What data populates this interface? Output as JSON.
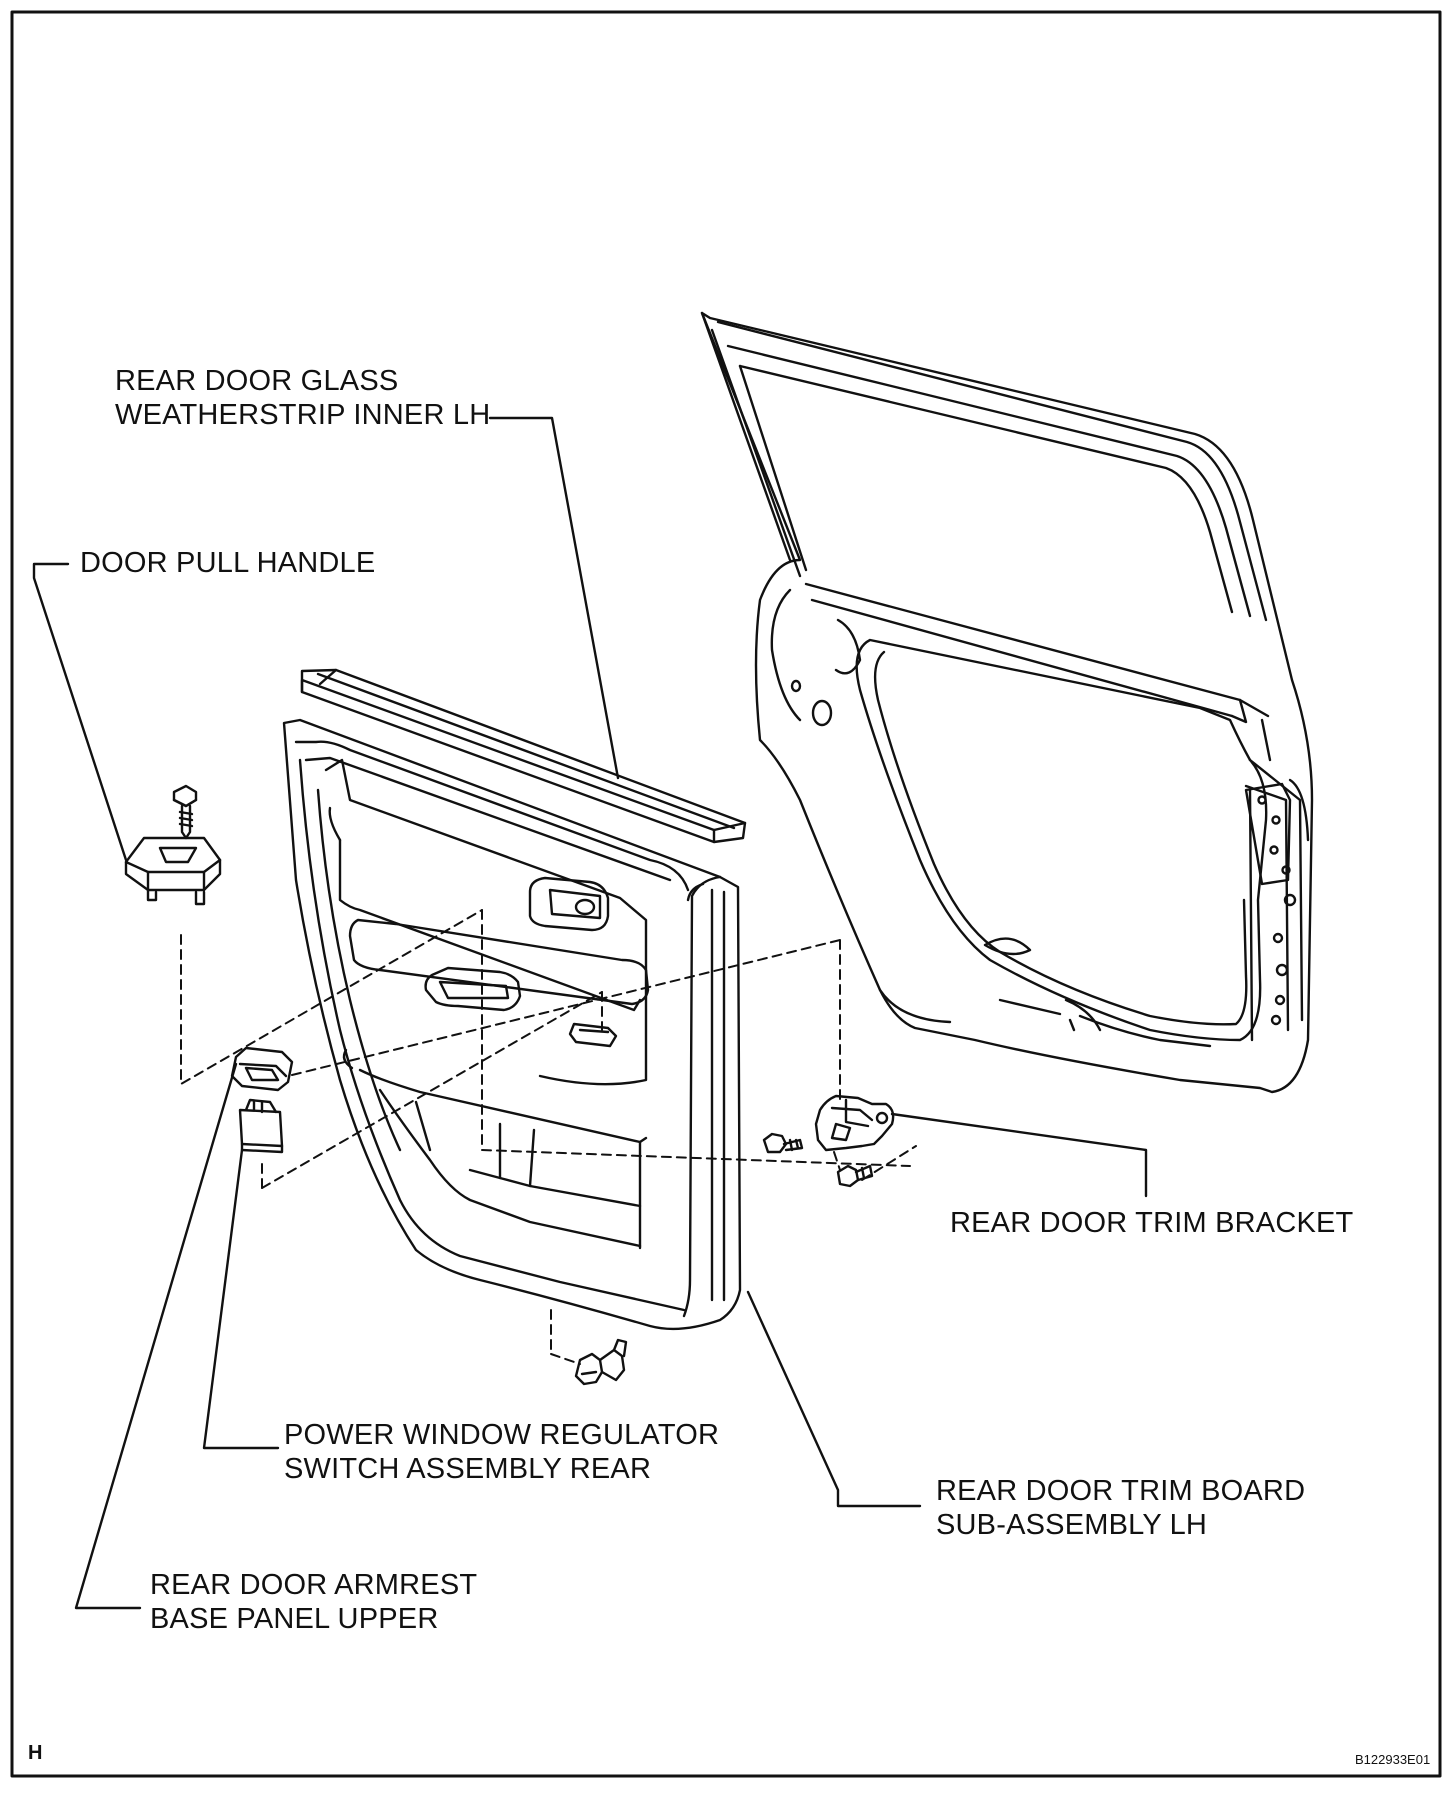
{
  "callouts": {
    "glass_weatherstrip": [
      "REAR DOOR GLASS",
      "WEATHERSTRIP INNER LH"
    ],
    "door_pull_handle": [
      "DOOR PULL HANDLE"
    ],
    "trim_bracket": [
      "REAR DOOR TRIM BRACKET"
    ],
    "regulator_switch": [
      "POWER WINDOW REGULATOR",
      "SWITCH ASSEMBLY REAR"
    ],
    "trim_board": [
      "REAR DOOR TRIM BOARD",
      "SUB-ASSEMBLY LH"
    ],
    "armrest_panel": [
      "REAR DOOR ARMREST",
      "BASE PANEL UPPER"
    ]
  },
  "corner_letter": "H",
  "figure_code": "B122933E01",
  "colors": {
    "line": "#111111",
    "background": "#ffffff"
  }
}
